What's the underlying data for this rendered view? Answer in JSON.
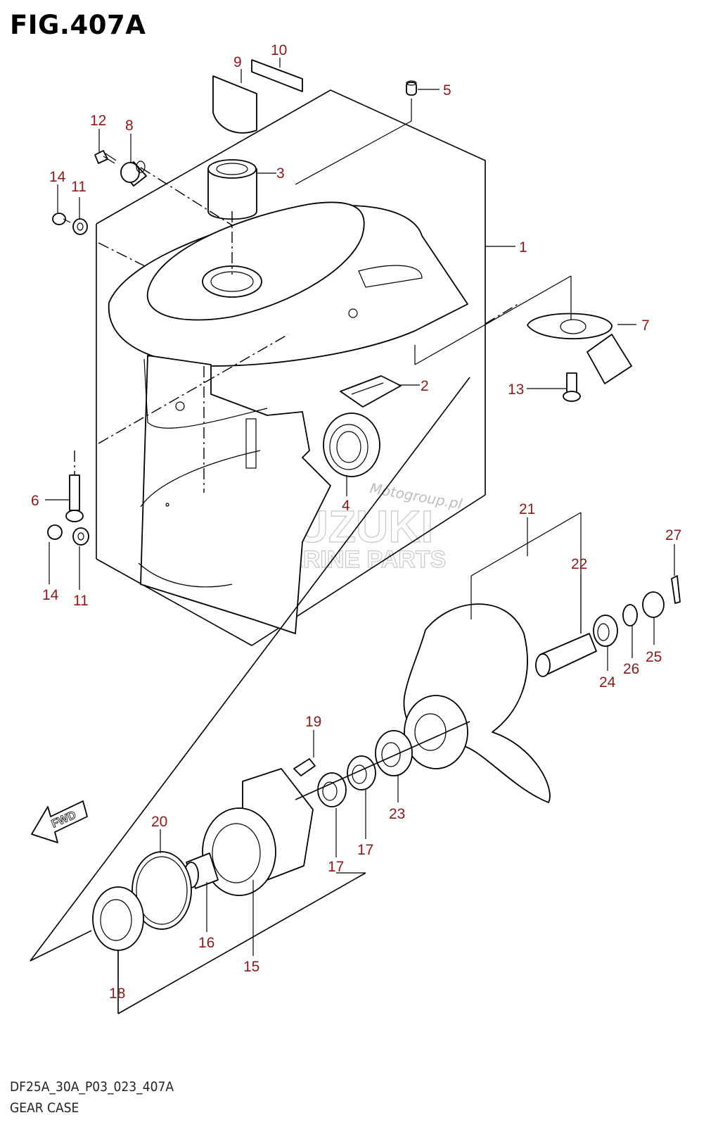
{
  "figure": {
    "title": "FIG.407A",
    "diagram_code": "DF25A_30A_P03_023_407A",
    "section_name": "GEAR CASE"
  },
  "fwd_label": "FWD",
  "watermark": {
    "brand": "SUZUKI",
    "subtitle": "MARINE PARTS",
    "site": "Motogroup.pl"
  },
  "callouts": [
    "1",
    "2",
    "3",
    "4",
    "5",
    "6",
    "7",
    "8",
    "9",
    "10",
    "11",
    "11",
    "12",
    "13",
    "14",
    "14",
    "15",
    "16",
    "17",
    "17",
    "18",
    "19",
    "20",
    "21",
    "22",
    "23",
    "24",
    "25",
    "26",
    "27"
  ],
  "colors": {
    "callout": "#8b1a1a",
    "line": "#000000",
    "watermark": "#c8c8c8"
  }
}
